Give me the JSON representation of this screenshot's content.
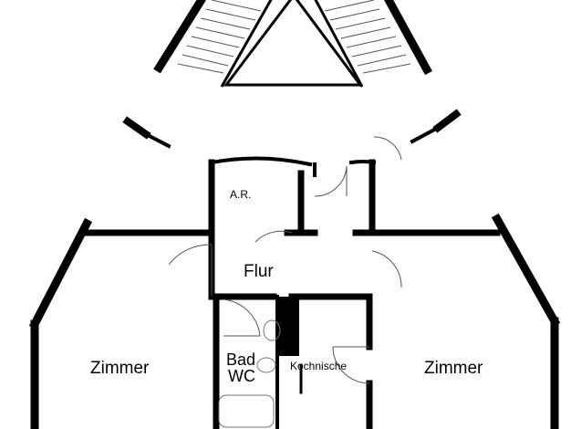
{
  "rooms": {
    "storage": "A.R.",
    "hallway": "Flur",
    "room_left": "Zimmer",
    "room_right": "Zimmer",
    "bath": "Bad",
    "wc": "WC",
    "kitchenette": "Kochnische"
  },
  "colors": {
    "wall": "#000000",
    "fixture": "#808080",
    "background": "#ffffff"
  }
}
